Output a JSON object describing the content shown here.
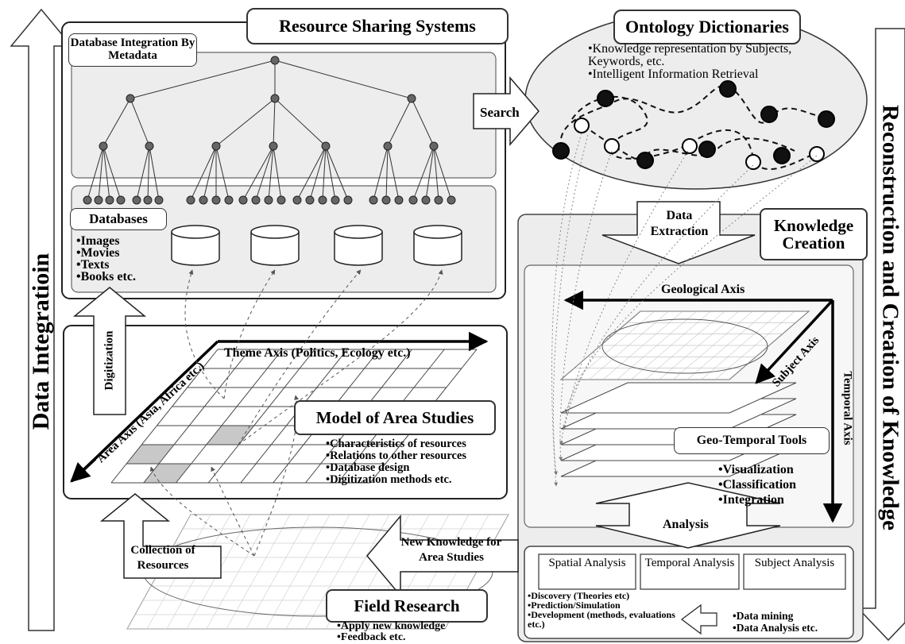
{
  "left_axis_label": "Data Integratioin",
  "right_axis_label": "Reconstruction and Creation of Knowledge",
  "resource_sharing": {
    "title": "Resource Sharing Systems",
    "db_integration": "Database Integration By Metadata",
    "databases_title": "Databases",
    "databases_items": [
      "Images",
      "Movies",
      "Texts",
      "Books etc."
    ]
  },
  "ontology": {
    "title": "Ontology Dictionaries",
    "bullets": [
      "Knowledge representation by Subjects, Keywords, etc.",
      "Intelligent Information Retrieval"
    ]
  },
  "search_label": "Search",
  "data_extraction_label": "Data Extraction",
  "knowledge_creation": "Knowledge Creation",
  "digitization_label": "Digitization",
  "model": {
    "theme_axis": "Theme Axis (Politics, Ecology etc.)",
    "area_axis": "Area Axis (Asia, Africa etc.)",
    "title": "Model of Area Studies",
    "bullets": [
      "Characteristics of resources",
      "Relations to other resources",
      "Database design",
      "Digitization methods etc."
    ]
  },
  "geo": {
    "geological_axis": "Geological Axis",
    "subject_axis": "Subject Axis",
    "temporal_axis": "Temporal Axis",
    "tools_title": "Geo-Temporal Tools",
    "tools_bullets": [
      "Visualization",
      "Classification",
      "Integration"
    ]
  },
  "analysis_label": "Analysis",
  "analyses": [
    "Spatial Analysis",
    "Temporal Analysis",
    "Subject Analysis"
  ],
  "analysis_left_bullets": [
    "Discovery (Theories etc)",
    "Prediction/Simulation",
    "Development (methods, evaluations etc.)"
  ],
  "analysis_right_bullets": [
    "Data mining",
    "Data Analysis etc."
  ],
  "collection_label": "Collection of Resources",
  "new_knowledge_label": "New Knowledge for Area Studies",
  "field_research": {
    "title": "Field Research",
    "bullets": [
      "Apply new knowledge",
      "Feedback etc."
    ]
  },
  "colors": {
    "line": "#333333",
    "panel_bg": "#ededed",
    "node": "#666666",
    "highlight": "#c8c8c8"
  }
}
